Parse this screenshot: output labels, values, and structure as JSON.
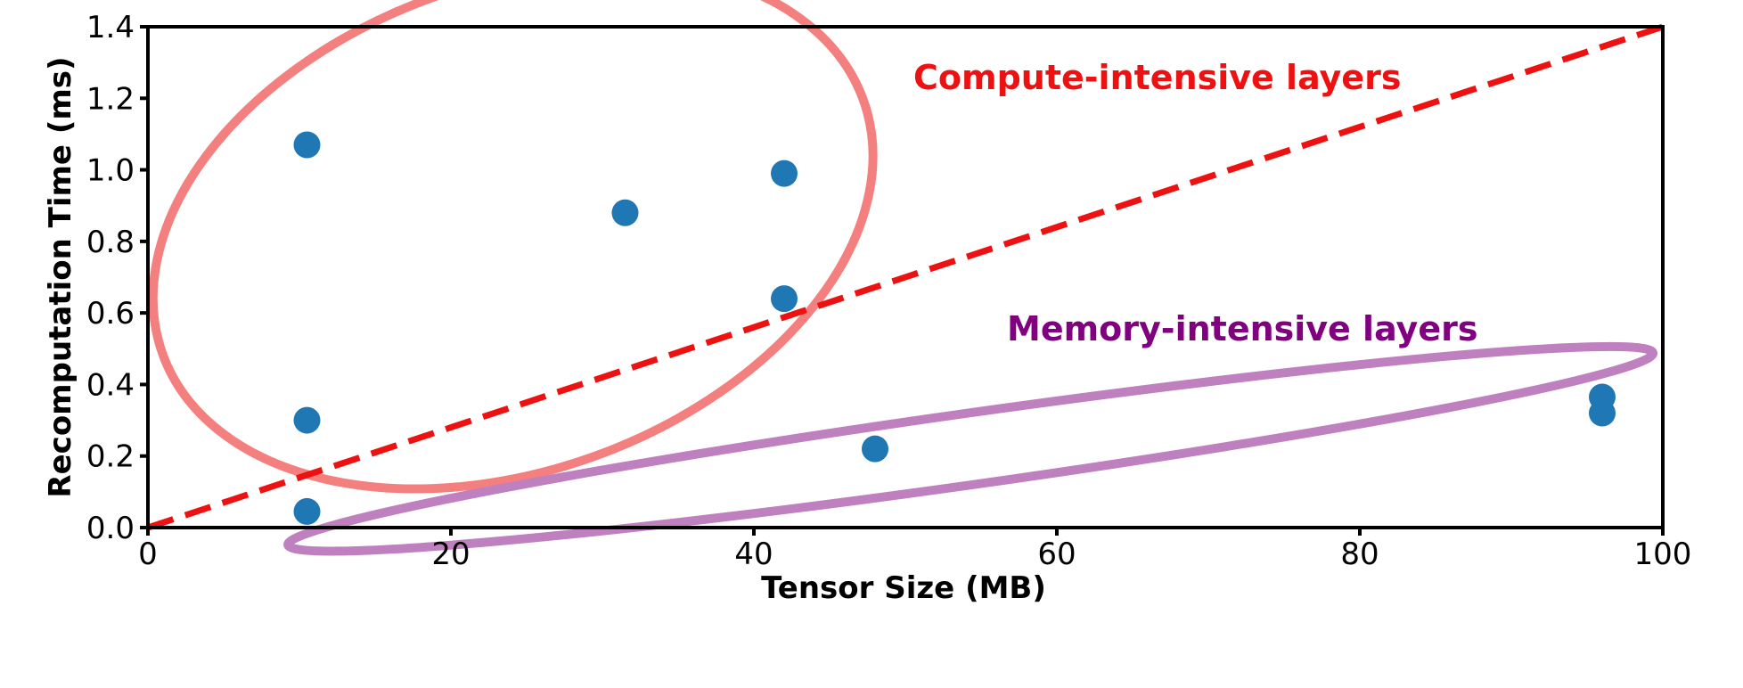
{
  "chart_data": {
    "type": "scatter",
    "xlabel": "Tensor Size (MB)",
    "ylabel": "Recomputation Time (ms)",
    "xlim": [
      0,
      100
    ],
    "ylim": [
      0,
      1.4
    ],
    "xticks": [
      "0",
      "20",
      "40",
      "60",
      "80",
      "100"
    ],
    "yticks": [
      "0.0",
      "0.2",
      "0.4",
      "0.6",
      "0.8",
      "1.0",
      "1.2",
      "1.4"
    ],
    "grid": false,
    "points": [
      {
        "x": 10.5,
        "y": 1.07
      },
      {
        "x": 31.5,
        "y": 0.88
      },
      {
        "x": 42.0,
        "y": 0.99
      },
      {
        "x": 42.0,
        "y": 0.64
      },
      {
        "x": 10.5,
        "y": 0.3
      },
      {
        "x": 10.5,
        "y": 0.045
      },
      {
        "x": 48.0,
        "y": 0.22
      },
      {
        "x": 96.0,
        "y": 0.365
      },
      {
        "x": 96.0,
        "y": 0.32
      }
    ],
    "point_color": "#1f77b4",
    "reference_line": {
      "from": [
        0,
        0
      ],
      "to": [
        100,
        1.4
      ],
      "style": "dashed",
      "color": "#ee1111"
    },
    "regions": [
      {
        "label": "Compute-intensive layers",
        "color": "#ee1111",
        "outline_color": "#f47f7f",
        "center": [
          24.1,
          0.84
        ],
        "rx_data": 24.6,
        "ry_data": 0.68,
        "angle_deg": -20
      },
      {
        "label": "Memory-intensive layers",
        "color": "#800080",
        "outline_color": "#bf80bf",
        "center": [
          54.3,
          0.22
        ],
        "rx_data": 45.5,
        "ry_data": 0.1,
        "angle_deg": -8
      }
    ]
  }
}
